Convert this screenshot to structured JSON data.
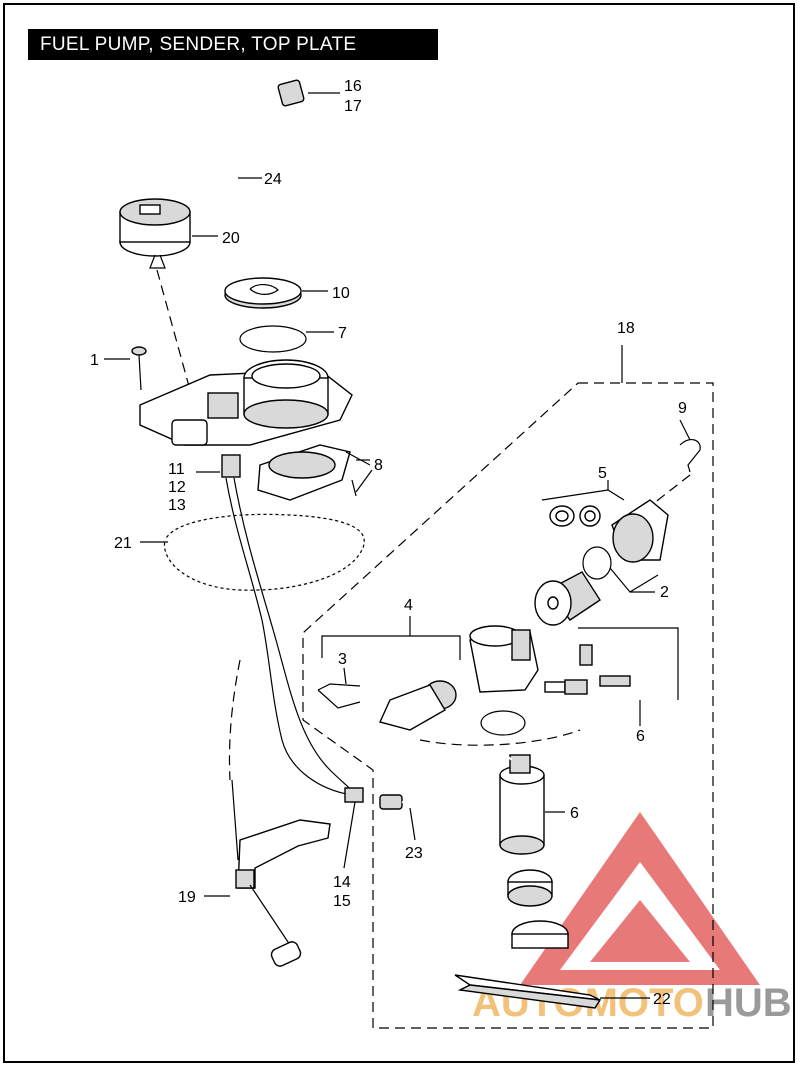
{
  "title": "FUEL PUMP, SENDER, TOP PLATE",
  "callouts": {
    "c1": "1",
    "c2": "2",
    "c3": "3",
    "c4": "4",
    "c5": "5",
    "c6a": "6",
    "c6b": "6",
    "c7": "7",
    "c8": "8",
    "c9": "9",
    "c10": "10",
    "c11": "11",
    "c12": "12",
    "c13": "13",
    "c14": "14",
    "c15": "15",
    "c16": "16",
    "c17": "17",
    "c18": "18",
    "c19": "19",
    "c20": "20",
    "c21": "21",
    "c22": "22",
    "c23": "23",
    "c24": "24"
  },
  "watermark": {
    "text_auto": "AUTOMOTO",
    "text_hub": "HUB",
    "color_triangle": "#e56a6a",
    "color_text": "#f3c27a",
    "color_hub": "#9a9a9a"
  }
}
